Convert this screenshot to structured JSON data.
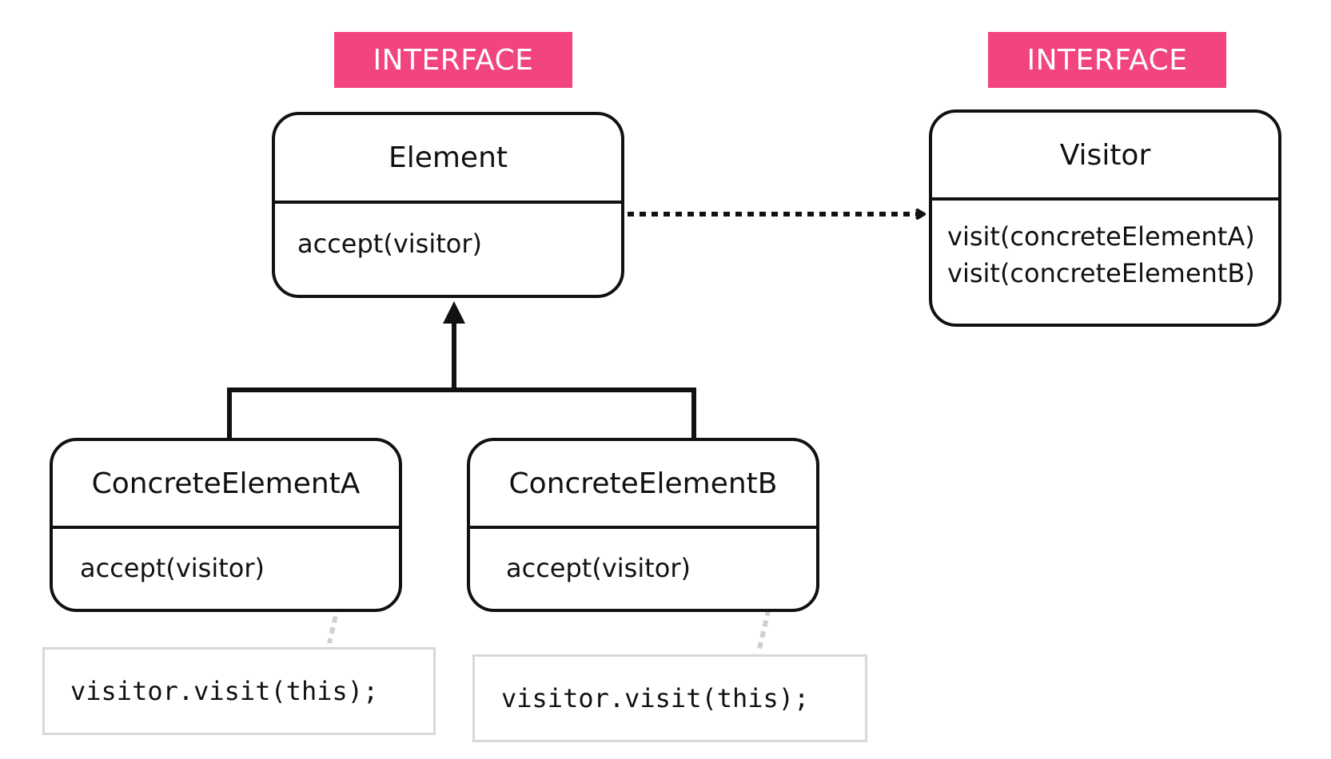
{
  "badges": {
    "element": "INTERFACE",
    "visitor": "INTERFACE"
  },
  "element": {
    "name": "Element",
    "method": "accept(visitor)"
  },
  "visitor": {
    "name": "Visitor",
    "methods": [
      "visit(concreteElementA)",
      "visit(concreteElementB)"
    ]
  },
  "concrete_a": {
    "name": "ConcreteElementA",
    "method": "accept(visitor)",
    "note": "visitor.visit(this);"
  },
  "concrete_b": {
    "name": "ConcreteElementB",
    "method": "accept(visitor)",
    "note": "visitor.visit(this);"
  },
  "colors": {
    "badge": "#f2447f",
    "stroke": "#111111",
    "note_border": "#d8d8d8"
  }
}
